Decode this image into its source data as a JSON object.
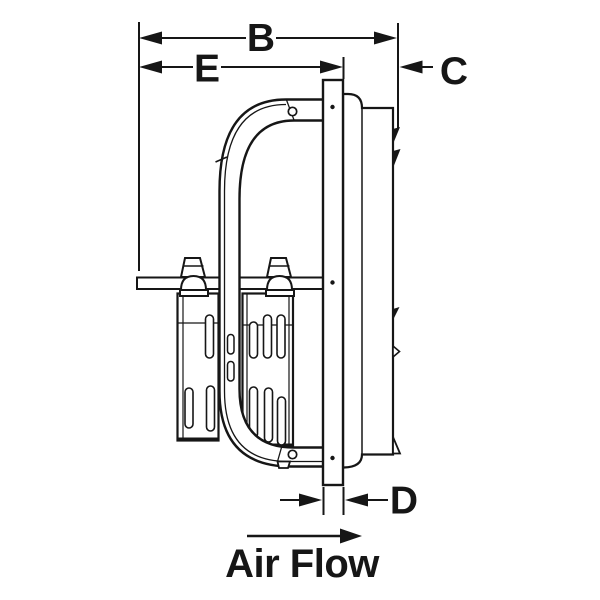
{
  "diagram": {
    "type": "technical-line-drawing",
    "subject": "exhaust-fan-side-view-with-dimension-callouts",
    "dimension_labels": {
      "b": "B",
      "e": "E",
      "c": "C",
      "d": "D"
    },
    "annotations": {
      "air_flow": "Air Flow"
    },
    "colors": {
      "line": "#161616",
      "background": "#ffffff"
    }
  }
}
